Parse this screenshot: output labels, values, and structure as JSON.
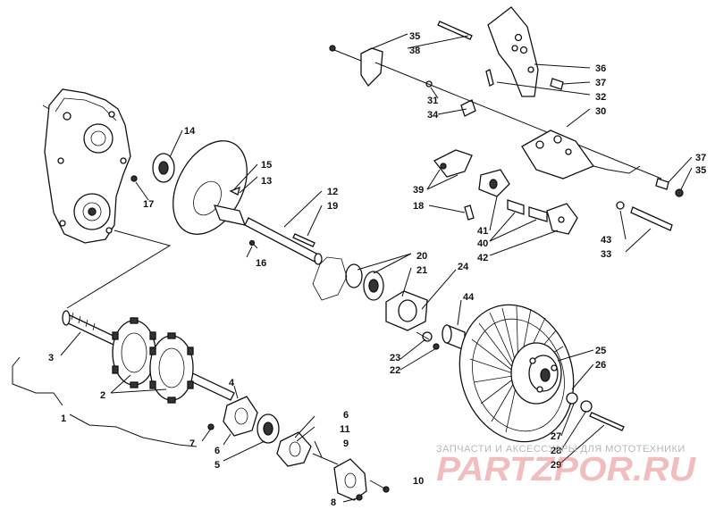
{
  "callouts": [
    {
      "id": "c1",
      "text": "1"
    },
    {
      "id": "c2",
      "text": "2"
    },
    {
      "id": "c3",
      "text": "3"
    },
    {
      "id": "c4",
      "text": "4"
    },
    {
      "id": "c5",
      "text": "5"
    },
    {
      "id": "c6a",
      "text": "6"
    },
    {
      "id": "c6b",
      "text": "6"
    },
    {
      "id": "c7",
      "text": "7"
    },
    {
      "id": "c8",
      "text": "8"
    },
    {
      "id": "c9",
      "text": "9"
    },
    {
      "id": "c10",
      "text": "10"
    },
    {
      "id": "c11",
      "text": "11"
    },
    {
      "id": "c12",
      "text": "12"
    },
    {
      "id": "c13",
      "text": "13"
    },
    {
      "id": "c14",
      "text": "14"
    },
    {
      "id": "c15",
      "text": "15"
    },
    {
      "id": "c16",
      "text": "16"
    },
    {
      "id": "c17",
      "text": "17"
    },
    {
      "id": "c18",
      "text": "18"
    },
    {
      "id": "c19",
      "text": "19"
    },
    {
      "id": "c20",
      "text": "20"
    },
    {
      "id": "c21",
      "text": "21"
    },
    {
      "id": "c22",
      "text": "22"
    },
    {
      "id": "c23",
      "text": "23"
    },
    {
      "id": "c24",
      "text": "24"
    },
    {
      "id": "c25",
      "text": "25"
    },
    {
      "id": "c26",
      "text": "26"
    },
    {
      "id": "c27",
      "text": "27"
    },
    {
      "id": "c28",
      "text": "28"
    },
    {
      "id": "c29",
      "text": "29"
    },
    {
      "id": "c30",
      "text": "30"
    },
    {
      "id": "c31",
      "text": "31"
    },
    {
      "id": "c32",
      "text": "32"
    },
    {
      "id": "c33",
      "text": "33"
    },
    {
      "id": "c34",
      "text": "34"
    },
    {
      "id": "c35a",
      "text": "35"
    },
    {
      "id": "c35b",
      "text": "35"
    },
    {
      "id": "c36",
      "text": "36"
    },
    {
      "id": "c37a",
      "text": "37"
    },
    {
      "id": "c37b",
      "text": "37"
    },
    {
      "id": "c38",
      "text": "38"
    },
    {
      "id": "c39",
      "text": "39"
    },
    {
      "id": "c40",
      "text": "40"
    },
    {
      "id": "c41",
      "text": "41"
    },
    {
      "id": "c42",
      "text": "42"
    },
    {
      "id": "c43",
      "text": "43"
    },
    {
      "id": "c44",
      "text": "44"
    }
  ],
  "watermark": {
    "tagline": "ЗАПЧАСТИ И АКСЕССУАРЫ ДЛЯ МОТОТЕХНИКИ",
    "logo": "PARTZPOR.RU",
    "colors": {
      "logo": "#d6454a",
      "tagline": "#b8b8b8"
    }
  }
}
